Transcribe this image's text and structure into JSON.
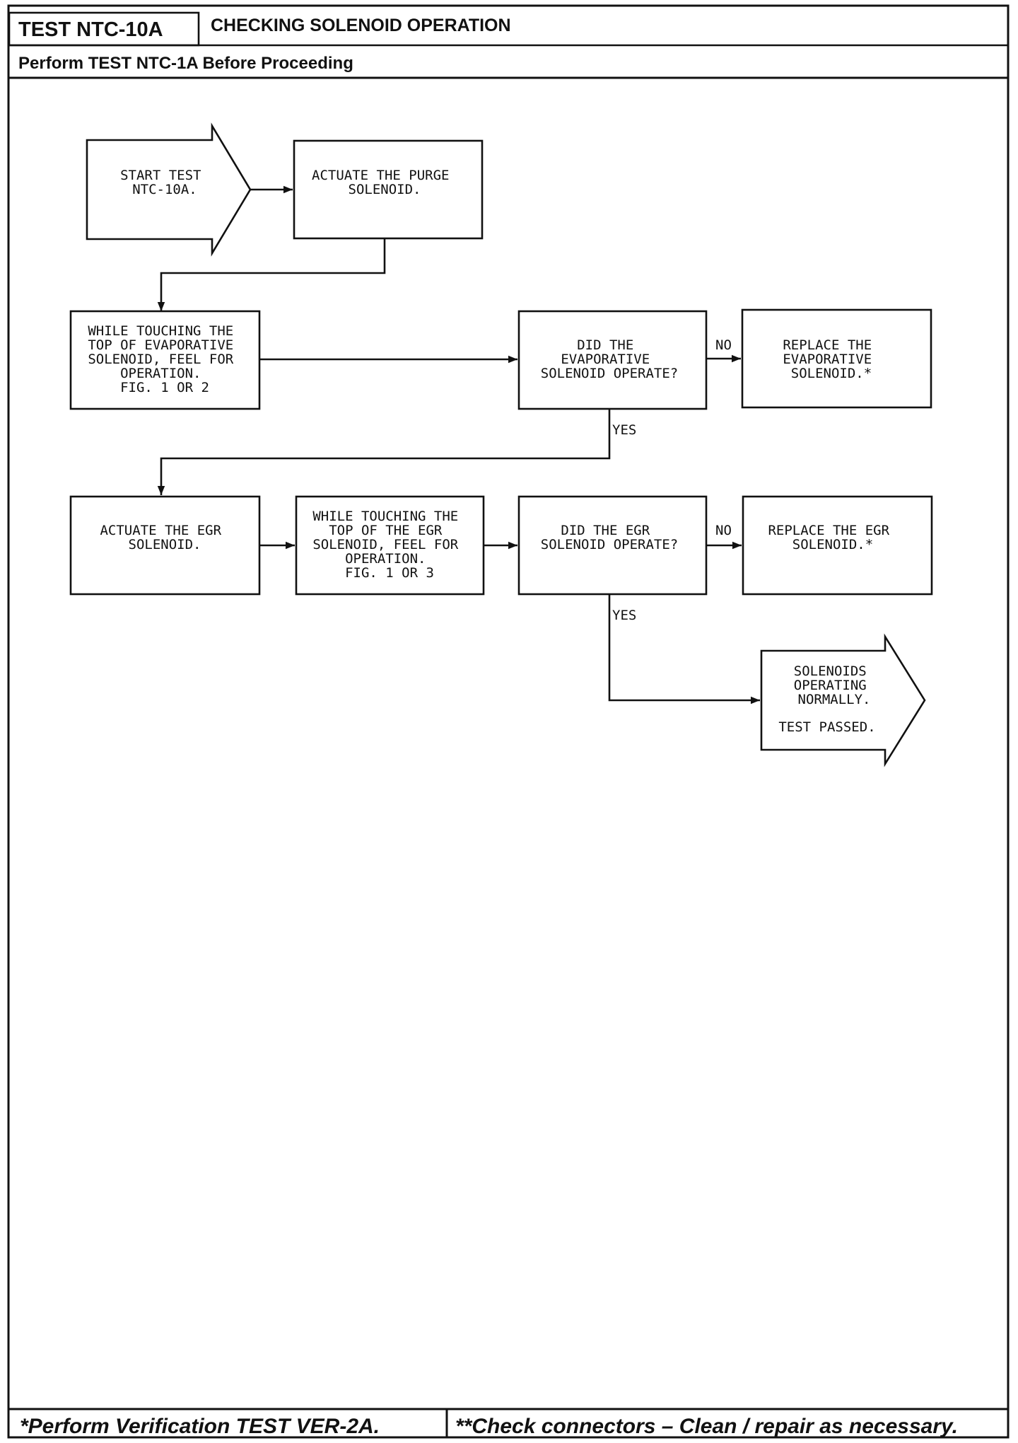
{
  "header": {
    "test_id": "TEST NTC-10A",
    "title": "CHECKING SOLENOID OPERATION",
    "prerequisite": "Perform TEST NTC-1A Before Proceeding"
  },
  "flowchart": {
    "start": [
      "START TEST",
      "NTC-10A."
    ],
    "actuate_purge": [
      "ACTUATE THE PURGE",
      "SOLENOID."
    ],
    "touch_evap": [
      "WHILE TOUCHING THE",
      "TOP OF EVAPORATIVE",
      "SOLENOID, FEEL FOR",
      "OPERATION.",
      "FIG. 1 OR 2"
    ],
    "q_evap": [
      "DID THE",
      "EVAPORATIVE",
      "SOLENOID OPERATE?"
    ],
    "replace_evap": [
      "REPLACE THE",
      "EVAPORATIVE",
      "SOLENOID.*"
    ],
    "actuate_egr": [
      "ACTUATE THE EGR",
      "SOLENOID."
    ],
    "touch_egr": [
      "WHILE TOUCHING THE",
      "TOP OF THE EGR",
      "SOLENOID, FEEL FOR",
      "OPERATION.",
      "FIG. 1 OR 3"
    ],
    "q_egr": [
      "DID THE EGR",
      "SOLENOID OPERATE?"
    ],
    "replace_egr": [
      "REPLACE THE EGR",
      "SOLENOID.*"
    ],
    "end": [
      "SOLENOIDS",
      "OPERATING",
      "NORMALLY.",
      "",
      "TEST PASSED."
    ],
    "labels": {
      "no": "NO",
      "yes": "YES"
    }
  },
  "footer": {
    "left": "*Perform Verification TEST VER-2A.",
    "right": "**Check connectors – Clean / repair as necessary."
  }
}
